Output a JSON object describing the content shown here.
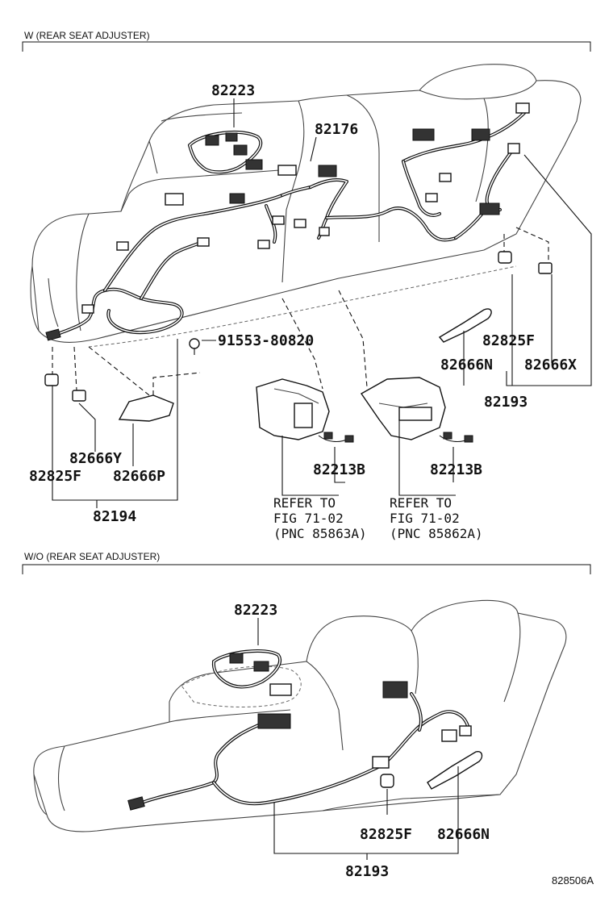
{
  "sections": [
    {
      "title": "W (REAR SEAT ADJUSTER)",
      "labels": {
        "p82223": "82223",
        "p82176": "82176",
        "p91553": "91553-80820",
        "p82825F_r": "82825F",
        "p82666N": "82666N",
        "p82666X": "82666X",
        "p82193": "82193",
        "p82666Y": "82666Y",
        "p82825F_l": "82825F",
        "p82666P": "82666P",
        "p82194": "82194",
        "p82213B_l": "82213B",
        "p82213B_r": "82213B"
      },
      "refer_left": [
        "REFER TO",
        "FIG 71-02",
        "(PNC 85863A)"
      ],
      "refer_right": [
        "REFER TO",
        "FIG 71-02",
        "(PNC 85862A)"
      ]
    },
    {
      "title": "W/O (REAR SEAT ADJUSTER)",
      "labels": {
        "p82223": "82223",
        "p82825F": "82825F",
        "p82666N": "82666N",
        "p82193": "82193"
      }
    }
  ],
  "figure_id": "828506A"
}
